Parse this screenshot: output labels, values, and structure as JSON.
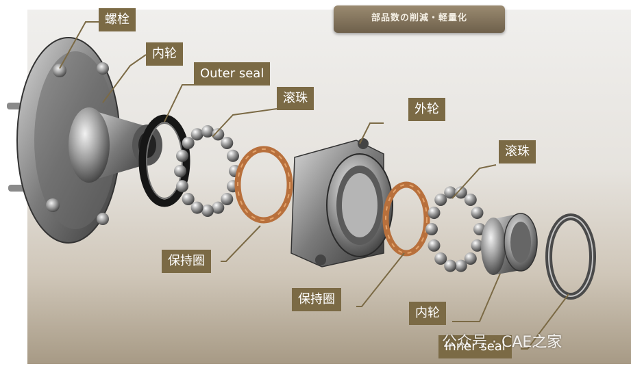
{
  "banner": {
    "text": "部品数の削減・軽量化"
  },
  "labels": {
    "bolt": "螺栓",
    "inner_ring_top": "内轮",
    "outer_seal": "Outer seal",
    "balls_left": "滚珠",
    "outer_ring": "外轮",
    "balls_right": "滚珠",
    "cage_left": "保持圈",
    "cage_right": "保持圈",
    "inner_ring_bottom": "内轮",
    "inner_seal": "Inner seal"
  },
  "watermark": {
    "text": "公众号 · CAE之家"
  },
  "colors": {
    "label_bg": "#7b6a45",
    "copper": "#b8703c",
    "steel": "#9a9a9a"
  }
}
